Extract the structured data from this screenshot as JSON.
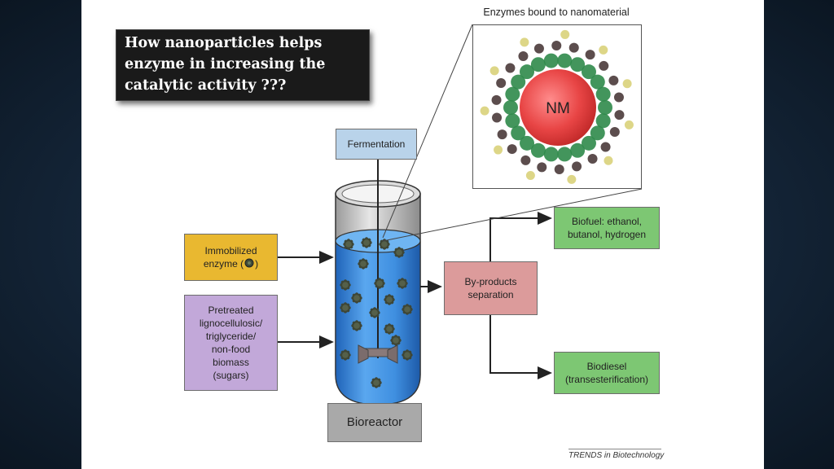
{
  "title": "How nanoparticles helps\nenzyme in increasing the\ncatalytic activity ???",
  "diagram": {
    "inset_title": "Enzymes bound to nanomaterial",
    "nanoparticle_label": "NM",
    "fermentation_label": "Fermentation",
    "immobilized_label": "Immobilized\nenzyme (",
    "immobilized_suffix": ")",
    "pretreated_label": "Pretreated\nlignocellulosic/\ntriglyceride/\nnon-food\nbiomass\n(sugars)",
    "byproducts_label": "By-products\nseparation",
    "biofuel_label": "Biofuel: ethanol,\nbutanol, hydrogen",
    "biodiesel_label": "Biodiesel\n(transesterification)",
    "bioreactor_label": "Bioreactor",
    "credit": "TRENDS in Biotechnology"
  },
  "colors": {
    "fermentation": "#b9d3ea",
    "immobilized": "#e9b830",
    "pretreated": "#c2a8d9",
    "byproducts": "#dc9b9b",
    "products": "#7dc773",
    "bioreactor": "#a9a9a9",
    "liquid": "#3d8fe0",
    "nanoparticle": "#e84545"
  }
}
